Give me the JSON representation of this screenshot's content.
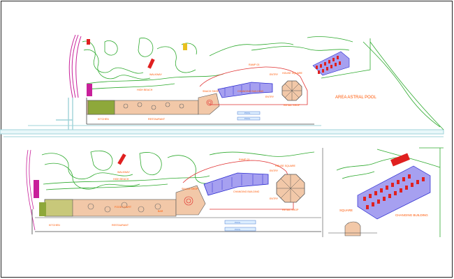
{
  "colors": {
    "background": "#ffffff",
    "frame": "#222222",
    "contour": "#2eaa2e",
    "road": "#9fd3d9",
    "magenta": "#c8209a",
    "label": "#ff5500",
    "wood_deck": "#f2c8a8",
    "olive": "#8ea83a",
    "blue_block": "#5a5ae8",
    "red_cars": "#e02020",
    "purple_fill": "#a6a0f0"
  },
  "plan_top": {
    "labels": {
      "walkway": "WALKWAY",
      "high_beach": "HIGH BEACH",
      "ramp": "RAMP 03",
      "entry_a": "ENTRY",
      "house_square": "HOUSE SQUARE",
      "entry_b": "ENTRY",
      "snack_shop": "SNACK SHOP",
      "changing_building": "CHANGING BUILDING",
      "retail_shop": "RETAIL SHOP",
      "area_astral_pool": "AREA ASTRAL POOL",
      "kitchen": "KITCHEN",
      "restaurant": "RESTAURANT",
      "pool_a": "POOL",
      "pool_b": "POOL"
    }
  },
  "plan_bottom": {
    "labels": {
      "walkway": "WALKWAY",
      "high_beach": "HIGH BEACH",
      "ramp": "RAMP 03",
      "entry_a": "ENTRY",
      "house_square": "HOUSE SQUARE",
      "snack_shop": "SNACK SHOP",
      "changing_building": "CHANGING BUILDING",
      "entry_b": "ENTRY",
      "retail_shop": "RETAIL SHOP",
      "kitchen": "KITCHEN",
      "restaurant": "RESTAURANT",
      "pool_a": "POOL",
      "pool_b": "POOL",
      "food_court": "FOOD COURT",
      "bar": "BAR"
    }
  },
  "detail_inset": {
    "labels": {
      "square": "SQUARE",
      "changing_building": "CHANGING BUILDING"
    }
  }
}
